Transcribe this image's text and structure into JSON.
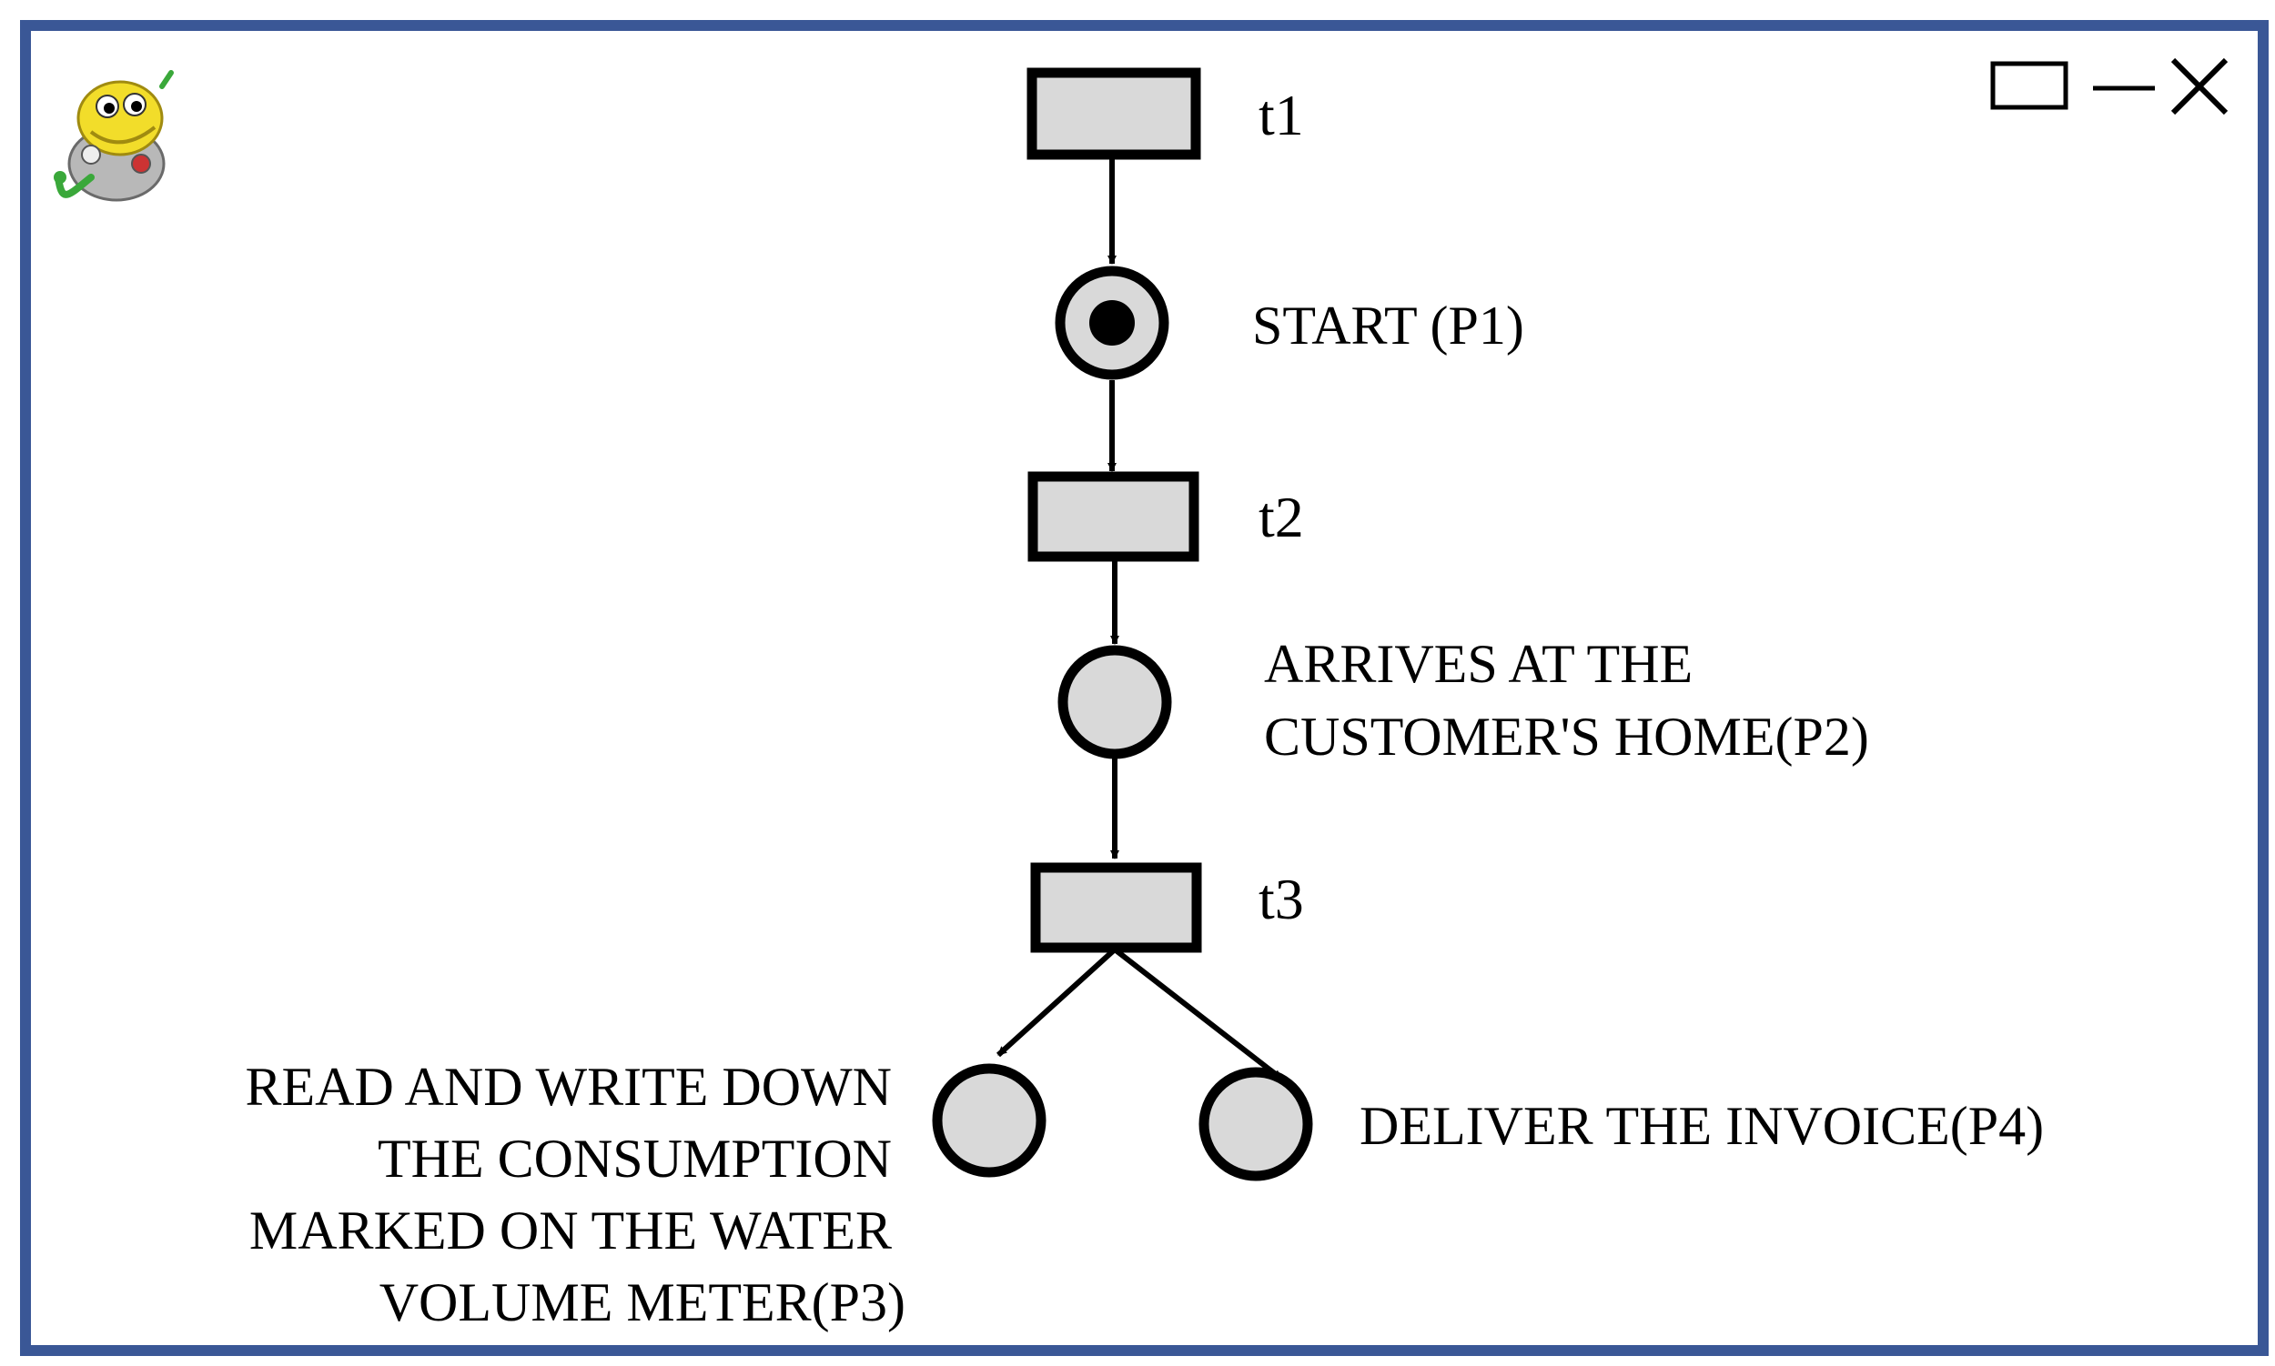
{
  "window": {
    "app_icon": "python-snake-icon",
    "controls": [
      {
        "name": "maximize-button",
        "icon": "maximize-icon"
      },
      {
        "name": "minimize-button",
        "icon": "minimize-icon"
      },
      {
        "name": "close-button",
        "icon": "close-icon"
      }
    ],
    "frame_color": "#3a5796"
  },
  "diagram": {
    "type": "petri-net",
    "transitions": [
      {
        "id": "t1",
        "label": "t1"
      },
      {
        "id": "t2",
        "label": "t2"
      },
      {
        "id": "t3",
        "label": "t3"
      }
    ],
    "places": [
      {
        "id": "P1",
        "label_lines": [
          "START (P1)"
        ],
        "tokens": 1
      },
      {
        "id": "P2",
        "label_lines": [
          "ARRIVES AT THE",
          "CUSTOMER'S HOME(P2)"
        ],
        "tokens": 0
      },
      {
        "id": "P3",
        "label_lines": [
          "READ AND WRITE DOWN",
          "THE CONSUMPTION",
          "MARKED ON THE WATER",
          "VOLUME METER(P3)"
        ],
        "tokens": 0
      },
      {
        "id": "P4",
        "label_lines": [
          "DELIVER THE INVOICE(P4)"
        ],
        "tokens": 0
      }
    ],
    "arcs": [
      {
        "from": "t1",
        "to": "P1"
      },
      {
        "from": "P1",
        "to": "t2"
      },
      {
        "from": "t2",
        "to": "P2"
      },
      {
        "from": "P2",
        "to": "t3"
      },
      {
        "from": "t3",
        "to": "P3"
      },
      {
        "from": "t3",
        "to": "P4"
      }
    ],
    "colors": {
      "node_fill": "#d9d9d9",
      "stroke": "#000000",
      "token": "#000000"
    }
  }
}
